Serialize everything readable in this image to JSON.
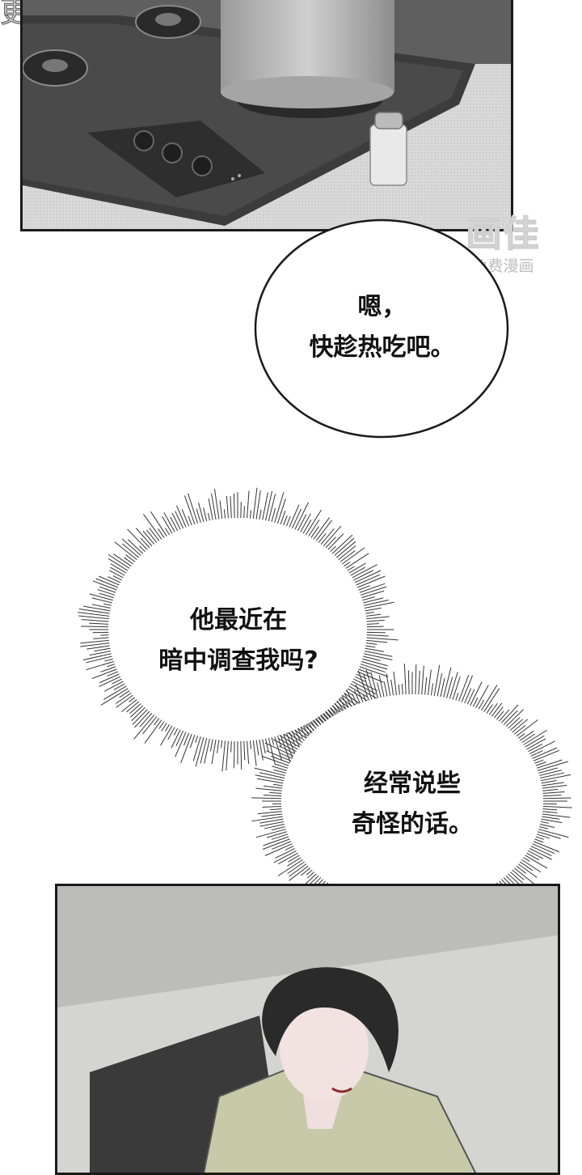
{
  "bubbles": {
    "speech": {
      "line1": "嗯，",
      "line2": "快趁热吃吧。"
    },
    "thought1": {
      "line1": "他最近在",
      "line2": "暗中调查我吗?"
    },
    "thought2": {
      "line1": "经常说些",
      "line2": "奇怪的话。"
    }
  },
  "watermark": {
    "logo": "画佳",
    "caption": "免费漫画"
  },
  "top_corner_fragment": "更"
}
